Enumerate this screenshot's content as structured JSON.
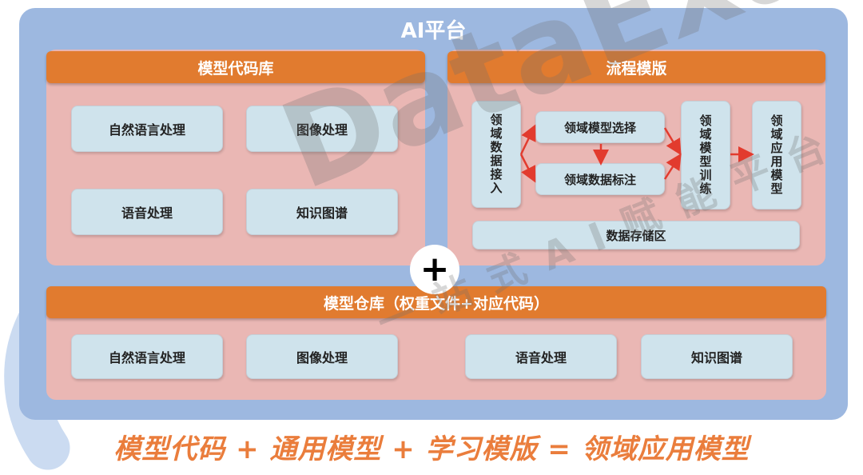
{
  "platform": {
    "title": "AI平台"
  },
  "code_lib": {
    "title": "模型代码库",
    "items": [
      "自然语言处理",
      "图像处理",
      "语音处理",
      "知识图谱"
    ]
  },
  "flow": {
    "title": "流程模版",
    "ingest": "领域数据接入",
    "select": "领域模型选择",
    "label": "领域数据标注",
    "train": "领域模型训练",
    "app": "领域应用模型",
    "storage": "数据存储区"
  },
  "plus": "+",
  "warehouse": {
    "title": "模型仓库（权重文件+对应代码）",
    "items": [
      "自然语言处理",
      "图像处理",
      "语音处理",
      "知识图谱"
    ]
  },
  "formula": "模型代码 + 通用模型 + 学习模版 = 领域应用模型",
  "watermark": {
    "logo": "DataExa",
    "slogan": "一站式AI赋能平台"
  },
  "colors": {
    "platform_bg": "#9db8e0",
    "panel_bg": "#eab7b4",
    "header_orange": "#e17b2f",
    "box_bg": "#cfe3ec",
    "arrow_red": "#e23b2e",
    "formula_orange": "#ea7d3c"
  }
}
